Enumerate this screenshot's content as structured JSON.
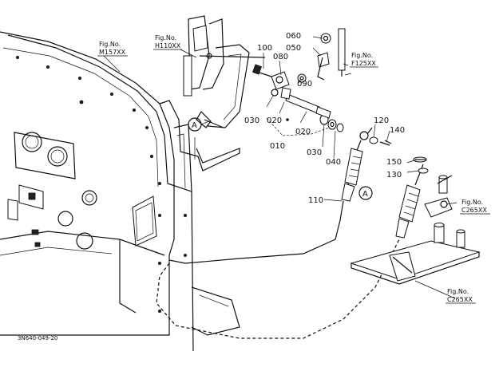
{
  "diagram": {
    "part_labels": {
      "p060": "060",
      "p050": "050",
      "p100": "100",
      "p080": "080",
      "p090": "090",
      "p030a": "030",
      "p020a": "020",
      "p020b": "020",
      "p010": "010",
      "p030b": "030",
      "p040": "040",
      "p120": "120",
      "p140": "140",
      "p150": "150",
      "p130": "130",
      "p110": "110"
    },
    "figure_refs": {
      "m157": {
        "title": "Fig.No.",
        "code": "M157XX"
      },
      "h110": {
        "title": "Fig.No.",
        "code": "H110XX"
      },
      "f125": {
        "title": "Fig.No.",
        "code": "F125XX"
      },
      "c265a": {
        "title": "Fig.No.",
        "code": "C265XX"
      },
      "c265b": {
        "title": "Fig.No.",
        "code": "C265XX"
      }
    },
    "connector_marks": {
      "a1": "A",
      "a2": "A"
    },
    "drawing_code": "3N640-049-20"
  }
}
